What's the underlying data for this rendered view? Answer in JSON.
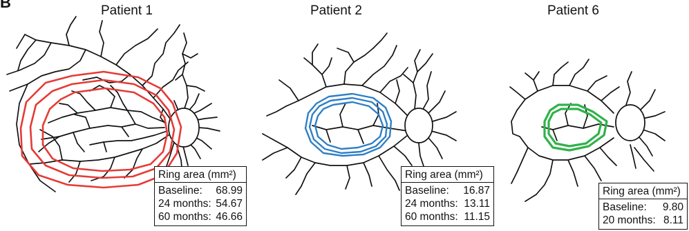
{
  "panel_label": "B",
  "colors": {
    "vessel": "#111111",
    "patient1_ring": "#e53b36",
    "patient2_ring": "#2f7fc6",
    "patient6_ring": "#2fb24a"
  },
  "patients": [
    {
      "title": "Patient 1",
      "ring_color_name": "red",
      "ring_count": 3,
      "table": {
        "header": "Ring area (mm²)",
        "rows": [
          {
            "label": "Baseline:",
            "value": "68.99"
          },
          {
            "label": "24 months:",
            "value": "54.67"
          },
          {
            "label": "60 months:",
            "value": "46.66"
          }
        ]
      }
    },
    {
      "title": "Patient 2",
      "ring_color_name": "blue",
      "ring_count": 3,
      "table": {
        "header": "Ring area (mm²)",
        "rows": [
          {
            "label": "Baseline:",
            "value": "16.87"
          },
          {
            "label": "24 months:",
            "value": "13.11"
          },
          {
            "label": "60 months:",
            "value": "11.15"
          }
        ]
      }
    },
    {
      "title": "Patient 6",
      "ring_color_name": "green",
      "ring_count": 2,
      "table": {
        "header": "Ring area (mm²)",
        "rows": [
          {
            "label": "Baseline:",
            "value": "9.80"
          },
          {
            "label": "20 months:",
            "value": "8.11"
          }
        ]
      }
    }
  ]
}
